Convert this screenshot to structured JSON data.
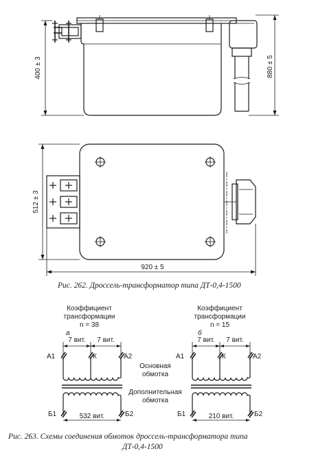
{
  "fig262": {
    "dim_height": "400 ± 3",
    "dim_total_height": "880 ± 5",
    "dim_width": "512 ± 3",
    "dim_length": "920 ± 5",
    "caption": "Рис. 262. Дроссель-трансформатор типа ДТ-0,4-1500"
  },
  "fig263": {
    "left": {
      "letter": "а",
      "coef_line1": "Коэффициент",
      "coef_line2": "трансформации",
      "coef_value": "n = 38",
      "turns_left": "7 вит.",
      "turns_right": "7 вит.",
      "term_a1": "А1",
      "term_k": "К",
      "term_a2": "А2",
      "term_b1": "Б1",
      "term_b2": "Б2",
      "turns_bottom": "532 вит."
    },
    "right": {
      "letter": "б",
      "coef_line1": "Коэффициент",
      "coef_line2": "трансформации",
      "coef_value": "n = 15",
      "turns_left": "7 вит.",
      "turns_right": "7 вит.",
      "term_a1": "А1",
      "term_k": "К",
      "term_a2": "А2",
      "term_b1": "Б1",
      "term_b2": "Б2",
      "turns_bottom": "210 вит."
    },
    "main_winding_l1": "Основная",
    "main_winding_l2": "обмотка",
    "extra_winding_l1": "Дополнительная",
    "extra_winding_l2": "обмотка",
    "caption_l1": "Рис. 263. Схемы соединения обмоток дроссель-трансформатора типа",
    "caption_l2": "ДТ-0,4-1500"
  }
}
